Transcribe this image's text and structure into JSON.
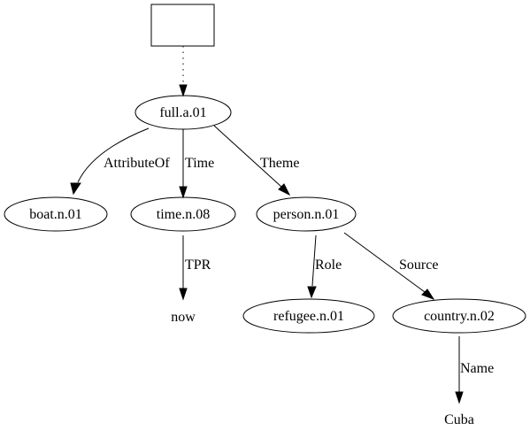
{
  "nodes": {
    "box": "",
    "full": "full.a.01",
    "boat": "boat.n.01",
    "time": "time.n.08",
    "person": "person.n.01",
    "now": "now",
    "refugee": "refugee.n.01",
    "country": "country.n.02",
    "cuba": "Cuba"
  },
  "edges": {
    "box_full": "",
    "full_boat": "AttributeOf",
    "full_time": "Time",
    "full_person": "Theme",
    "time_now": "TPR",
    "person_refugee": "Role",
    "person_country": "Source",
    "country_cuba": "Name"
  }
}
